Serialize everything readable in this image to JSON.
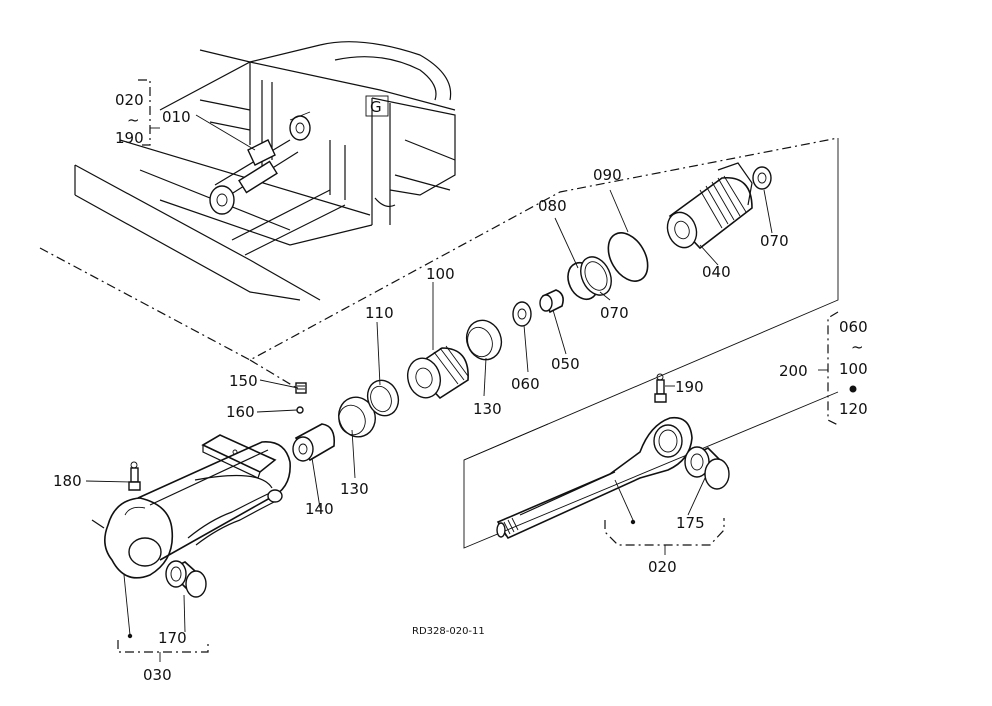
{
  "diagram": {
    "drawing_code": "RD328-020-11",
    "callouts": [
      {
        "id": "c010",
        "text": "010"
      },
      {
        "id": "c020a",
        "text": "020"
      },
      {
        "id": "c190a",
        "text": "190"
      },
      {
        "id": "c020b",
        "text": "020"
      },
      {
        "id": "c030",
        "text": "030"
      },
      {
        "id": "c040",
        "text": "040"
      },
      {
        "id": "c050",
        "text": "050"
      },
      {
        "id": "c060a",
        "text": "060"
      },
      {
        "id": "c070",
        "text": "070"
      },
      {
        "id": "c080",
        "text": "080"
      },
      {
        "id": "c090",
        "text": "090"
      },
      {
        "id": "c100a",
        "text": "100"
      },
      {
        "id": "c110",
        "text": "110"
      },
      {
        "id": "c120a",
        "text": "120"
      },
      {
        "id": "c130a",
        "text": "130"
      },
      {
        "id": "c130b",
        "text": "130"
      },
      {
        "id": "c140",
        "text": "140"
      },
      {
        "id": "c150",
        "text": "150"
      },
      {
        "id": "c160",
        "text": "160"
      },
      {
        "id": "c170",
        "text": "170"
      },
      {
        "id": "c175",
        "text": "175"
      },
      {
        "id": "c180",
        "text": "180"
      },
      {
        "id": "c190b",
        "text": "190"
      },
      {
        "id": "c200",
        "text": "200"
      },
      {
        "id": "c060b",
        "text": "060"
      },
      {
        "id": "c100b",
        "text": "100"
      },
      {
        "id": "c120b",
        "text": "120"
      }
    ],
    "range_marker": "~",
    "frame_letter": "G"
  }
}
